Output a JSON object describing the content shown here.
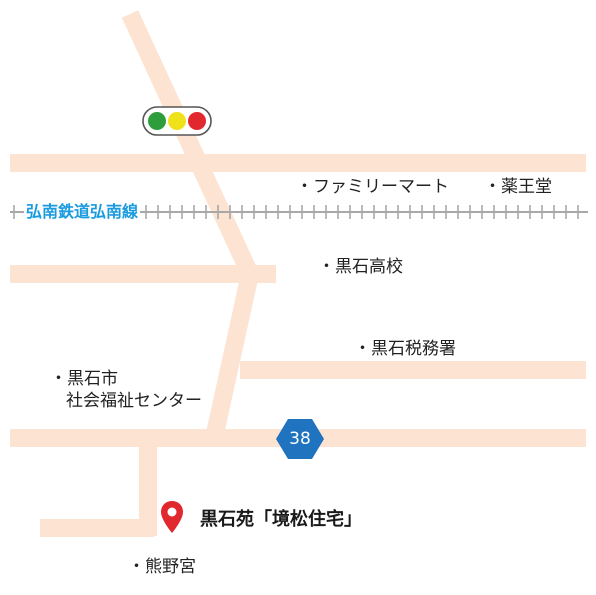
{
  "map": {
    "railway": {
      "name": "弘南鉄道弘南線"
    },
    "route": {
      "number": "38"
    },
    "destination": {
      "name": "黒石苑「境松住宅」"
    },
    "landmarks": [
      {
        "name": "・ファミリーマート"
      },
      {
        "name": "・薬王堂"
      },
      {
        "name": "・黒石高校"
      },
      {
        "name": "・黒石税務署"
      },
      {
        "name": "・黒石市"
      },
      {
        "name": "社会福祉センター"
      },
      {
        "name": "・熊野宮"
      }
    ],
    "colors": {
      "road": "#fde3d2",
      "rail": "#a8a8a8",
      "rail_label": "#1a9be0",
      "route_badge": "#1f73bf",
      "pin": "#e1282e",
      "signal_green": "#2e9e3c",
      "signal_yellow": "#f0e21a",
      "signal_red": "#e1282e"
    },
    "icons": [
      "traffic-signal-icon",
      "map-pin-icon",
      "route-shield-icon"
    ]
  }
}
